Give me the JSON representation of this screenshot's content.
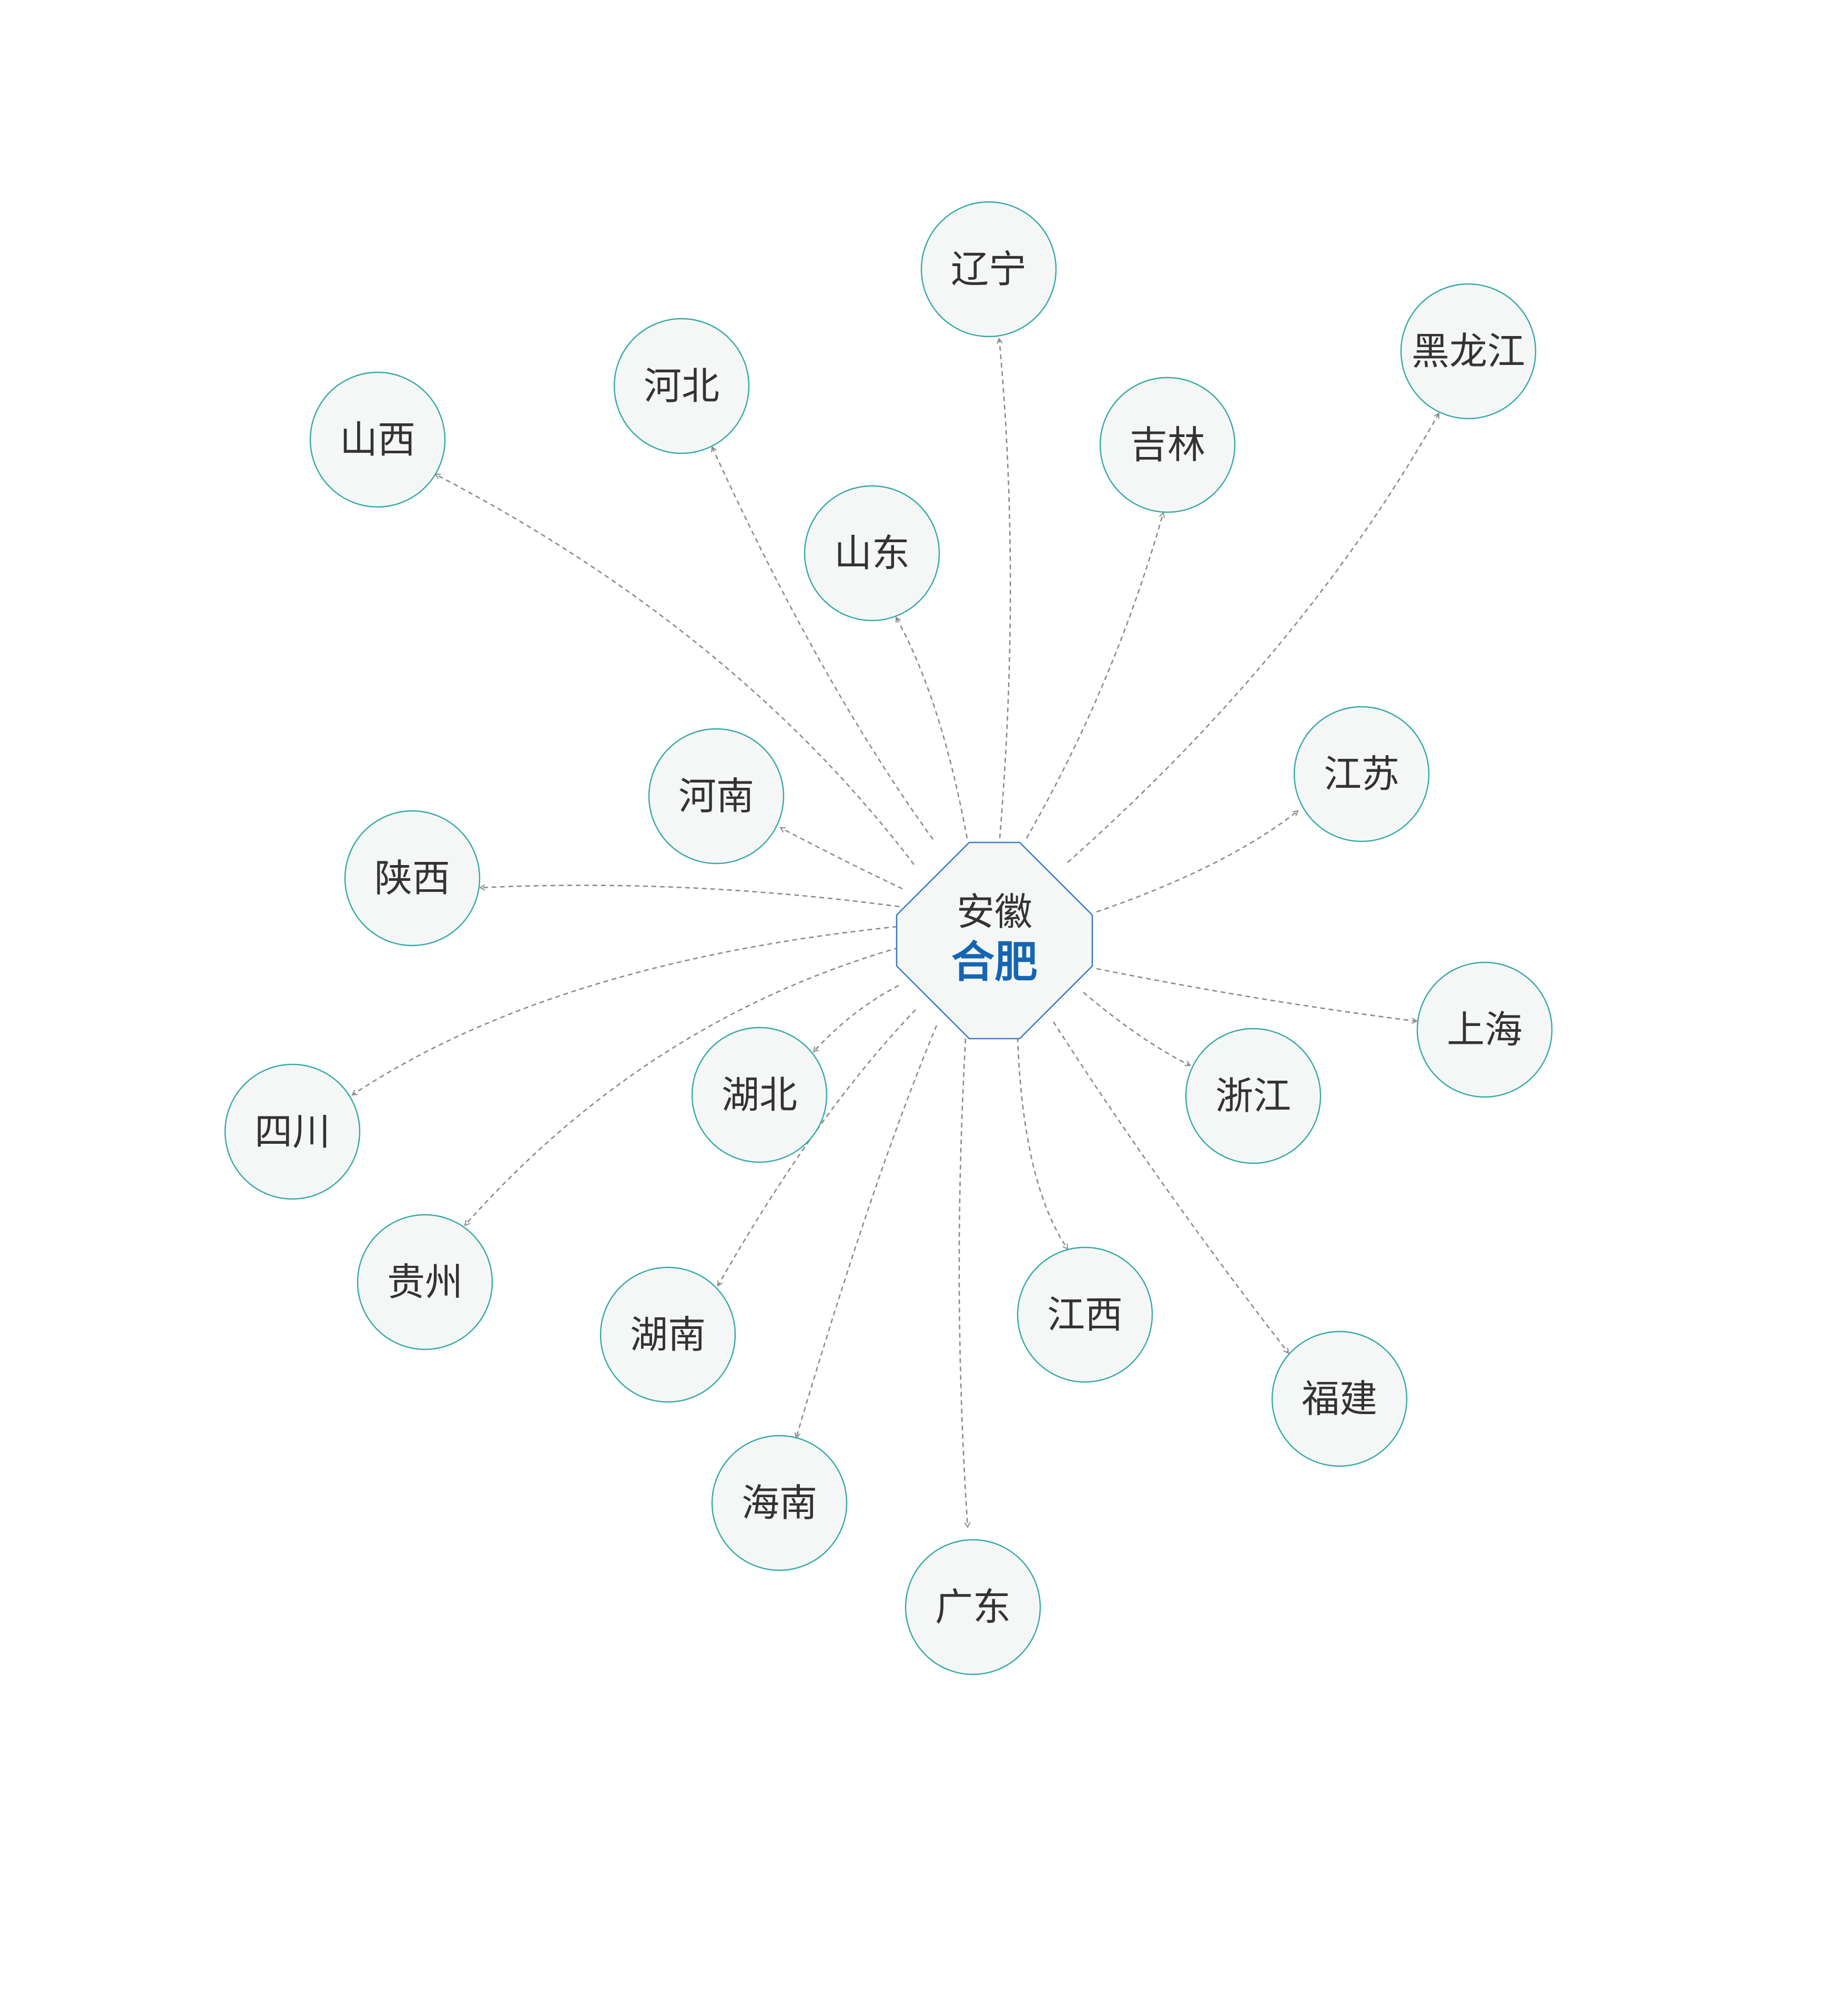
{
  "colors": {
    "node_fill": "#f5f7f7",
    "node_stroke": "#35aaa5",
    "center_stroke": "#3d7cc4",
    "center_highlight": "#1565b4",
    "edge": "#8a8a8a",
    "text": "#333333"
  },
  "center": {
    "province": "安徽",
    "city": "合肥"
  },
  "nodes": [
    {
      "id": "liaoning",
      "label": "辽宁"
    },
    {
      "id": "heilongjiang",
      "label": "黑龙江"
    },
    {
      "id": "hebei",
      "label": "河北"
    },
    {
      "id": "shanxi",
      "label": "山西"
    },
    {
      "id": "jilin",
      "label": "吉林"
    },
    {
      "id": "shandong",
      "label": "山东"
    },
    {
      "id": "jiangsu",
      "label": "江苏"
    },
    {
      "id": "henan",
      "label": "河南"
    },
    {
      "id": "shaanxi",
      "label": "陕西"
    },
    {
      "id": "shanghai",
      "label": "上海"
    },
    {
      "id": "hubei",
      "label": "湖北"
    },
    {
      "id": "zhejiang",
      "label": "浙江"
    },
    {
      "id": "sichuan",
      "label": "四川"
    },
    {
      "id": "guizhou",
      "label": "贵州"
    },
    {
      "id": "jiangxi",
      "label": "江西"
    },
    {
      "id": "hunan",
      "label": "湖南"
    },
    {
      "id": "fujian",
      "label": "福建"
    },
    {
      "id": "hainan",
      "label": "海南"
    },
    {
      "id": "guangdong",
      "label": "广东"
    }
  ],
  "edges": [
    {
      "from": "center",
      "to": "liaoning"
    },
    {
      "from": "center",
      "to": "heilongjiang"
    },
    {
      "from": "center",
      "to": "hebei"
    },
    {
      "from": "center",
      "to": "shanxi"
    },
    {
      "from": "center",
      "to": "jilin"
    },
    {
      "from": "center",
      "to": "shandong"
    },
    {
      "from": "center",
      "to": "jiangsu"
    },
    {
      "from": "center",
      "to": "henan"
    },
    {
      "from": "center",
      "to": "shaanxi"
    },
    {
      "from": "center",
      "to": "shanghai"
    },
    {
      "from": "center",
      "to": "hubei"
    },
    {
      "from": "center",
      "to": "zhejiang"
    },
    {
      "from": "center",
      "to": "sichuan"
    },
    {
      "from": "center",
      "to": "guizhou"
    },
    {
      "from": "center",
      "to": "jiangxi"
    },
    {
      "from": "center",
      "to": "hunan"
    },
    {
      "from": "center",
      "to": "fujian"
    },
    {
      "from": "center",
      "to": "hainan"
    },
    {
      "from": "center",
      "to": "guangdong"
    }
  ]
}
